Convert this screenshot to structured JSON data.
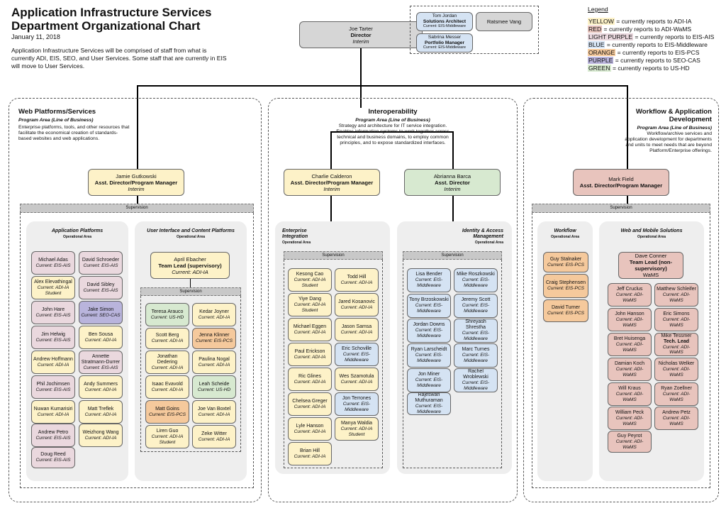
{
  "header": {
    "title": "Application Infrastructure Services Department Organizational Chart",
    "date": "January 11, 2018",
    "intro": "Application Infrastructure Services will be comprised of staff from what is currently ADI, EIS, SEO, and User Services. Some staff that are currently in EIS will move to User Services."
  },
  "legend": {
    "title": "Legend",
    "items": [
      {
        "key": "YELLOW",
        "text": " = currently reports to ADI-IA",
        "color": "#fdf2c8"
      },
      {
        "key": "RED",
        "text": " = currently reports to ADI-WaMS",
        "color": "#e8c4bd"
      },
      {
        "key": "LIGHT PURPLE",
        "text": " = currently reports to EIS-AIS",
        "color": "#ead8de"
      },
      {
        "key": "BLUE",
        "text": " = currently reports to EIS-Middleware",
        "color": "#d5e3f3"
      },
      {
        "key": "ORANGE",
        "text": " = currently reports to EIS-PCS",
        "color": "#f5c99c"
      },
      {
        "key": "PURPLE",
        "text": " = currently reports to SEO-CAS",
        "color": "#b9b4dc"
      },
      {
        "key": "GREEN",
        "text": " = currently reports to US-HD",
        "color": "#d7e9d0"
      }
    ]
  },
  "director": {
    "name": "Joe Tarter",
    "title": "Director",
    "status": "Interim"
  },
  "staff": {
    "tom": {
      "name": "Tom Jordan",
      "title": "Solutions Architect",
      "current": "Current: EIS-Middleware"
    },
    "ratsmee": {
      "name": "Ratsmee Vang"
    },
    "sabrina": {
      "name": "Sabrina Messer",
      "title": "Portfolio Manager",
      "current": "Current: EIS-Middleware"
    }
  },
  "common": {
    "supervision": "Supervision",
    "operational_area": "Operational Area"
  },
  "web": {
    "name": "Web Platforms/Services",
    "area": "Program Area (Line of Business)",
    "desc": "Enterprise platforms, tools, and other resources that facilitate the economical creation of standards- based websites and web applications.",
    "lead": {
      "name": "Jamie Gutkowski",
      "title": "Asst. Director/Program Manager",
      "status": "Interim"
    },
    "app_platforms": "Application Platforms",
    "ui_platforms": "User Interface and Content Platforms",
    "april": {
      "name": "April Ebacher",
      "title": "Team Lead (supervisory)",
      "current": "Current: ADI-IA"
    }
  },
  "interop": {
    "name": "Interoperability",
    "area": "Program Area (Line of Business)",
    "desc": "Strategy and architecture for IT service integration. Enables information systems to work together across technical and business domains, to employ common principles, and to expose standardized interfaces.",
    "charlie": {
      "name": "Charlie Calderon",
      "title": "Asst. Director/Program Manager",
      "status": "Interim"
    },
    "abrianna": {
      "name": "Abrianna Barca",
      "title": "Asst. Director",
      "status": "Interim"
    },
    "eia": "Enterprise Integration",
    "iam": "Identity & Access Management"
  },
  "workflow": {
    "name": "Workflow & Application Development",
    "area": "Program Area (Line of Business)",
    "desc": "Workflow/archive services and application development for departments and units to meet needs that are beyond Platform/Enterprise offerings.",
    "lead": {
      "name": "Mark Field",
      "title": "Asst. Director/Program Manager"
    },
    "wf": "Workflow",
    "wms": "Web and Mobile Solutions",
    "dave": {
      "name": "Dave Conner",
      "title": "Team Lead (non-supervisory)",
      "current": "WaMS"
    }
  },
  "people": [
    {
      "name": "Michael Adas",
      "current": "Current: EIS-AIS"
    },
    {
      "name": "David Schroeder",
      "current": "Current: EIS-AIS"
    },
    {
      "name": "Alex Elevathingal",
      "current": "Current: ADI-IA",
      "extra": "Student"
    },
    {
      "name": "David Sibley",
      "current": "Current: EIS-AIS"
    },
    {
      "name": "John Hare",
      "current": "Current: EIS-AIS"
    },
    {
      "name": "Jake Simon",
      "current": "Current: SEO-CAS"
    },
    {
      "name": "Jim Helwig",
      "current": "Current: EIS-AIS"
    },
    {
      "name": "Ben Sousa",
      "current": "Current: ADI-IA"
    },
    {
      "name": "Andrew Hoffmann",
      "current": "Current: ADI-IA"
    },
    {
      "name": "Annette Stratmann-Durrer",
      "current": "Current: EIS-AIS"
    },
    {
      "name": "Phil Jochimsen",
      "current": "Current: EIS-AIS"
    },
    {
      "name": "Andy Summers",
      "current": "Current: ADI-IA"
    },
    {
      "name": "Nuwan Kumarisiri",
      "current": "Current: ADI-IA"
    },
    {
      "name": "Matt Treflek",
      "current": "Current: ADI-IA"
    },
    {
      "name": "Andrew Petro",
      "current": "Current: EIS-AIS"
    },
    {
      "name": "Weizhong Wang",
      "current": "Current: ADI-IA"
    },
    {
      "name": "Doug Reed",
      "current": "Current: EIS-AIS"
    },
    {
      "name": "Teresa Arauco",
      "current": "Current: US-HD"
    },
    {
      "name": "Kedar Joyner",
      "current": "Current: ADI-IA"
    },
    {
      "name": "Scott Berg",
      "current": "Current: ADI-IA"
    },
    {
      "name": "Jenna Klinner",
      "current": "Current: EIS-PCS"
    },
    {
      "name": "Jonathan Dedering",
      "current": "Current: ADI-IA"
    },
    {
      "name": "Paulina Nogal",
      "current": "Current: ADI-IA"
    },
    {
      "name": "Isaac Evavold",
      "current": "Current: ADI-IA"
    },
    {
      "name": "Leah Scheide",
      "current": "Current: US-HD"
    },
    {
      "name": "Matt Goins",
      "current": "Current: EIS-PCS"
    },
    {
      "name": "Joe Van Boxtel",
      "current": "Current: ADI-IA"
    },
    {
      "name": "Liren Guo",
      "current": "Current: ADI-IA",
      "extra": "Student"
    },
    {
      "name": "Zeke Witter",
      "current": "Current: ADI-IA"
    },
    {
      "name": "Kesong Cao",
      "current": "Current: ADI-IA",
      "extra": "Student"
    },
    {
      "name": "Todd Hill",
      "current": "Current: ADI-IA"
    },
    {
      "name": "Yiye Dang",
      "current": "Current: ADI-IA",
      "extra": "Student"
    },
    {
      "name": "Jared Kosanovic",
      "current": "Current: ADI-IA"
    },
    {
      "name": "Michael Eggen",
      "current": "Current: ADI-IA"
    },
    {
      "name": "Jason Samsa",
      "current": "Current: ADI-IA"
    },
    {
      "name": "Paul Erickson",
      "current": "Current: ADI-IA"
    },
    {
      "name": "Eric Schoville",
      "current": "Current: EIS-Middleware"
    },
    {
      "name": "Ric Glines",
      "current": "Current: ADI-IA"
    },
    {
      "name": "Wes Szamotula",
      "current": "Current: ADI-IA"
    },
    {
      "name": "Chelsea Greger",
      "current": "Current: ADI-IA"
    },
    {
      "name": "Jon Terrones",
      "current": "Current: EIS-Middleware"
    },
    {
      "name": "Lyle Hanson",
      "current": "Current: ADI-IA"
    },
    {
      "name": "Manya Waldia",
      "current": "Current: ADI-IA",
      "extra": "Student"
    },
    {
      "name": "Brian Hill",
      "current": "Current: ADI-IA"
    },
    {
      "name": "Lisa Bender",
      "current": "Current: EIS-Middleware"
    },
    {
      "name": "Mike Roszkowski",
      "current": "Current: EIS-Middleware"
    },
    {
      "name": "Tony Brzoskowski",
      "current": "Current: EIS-Middleware"
    },
    {
      "name": "Jeremy Scott",
      "current": "Current: EIS-Middleware"
    },
    {
      "name": "Jordan Downs",
      "current": "Current: EIS-Middleware"
    },
    {
      "name": "Shreyash Shrestha",
      "current": "Current: EIS-Middleware"
    },
    {
      "name": "Ryan Larscheidt",
      "current": "Current: EIS-Middleware"
    },
    {
      "name": "Marc Turnes",
      "current": "Current: EIS-Middleware"
    },
    {
      "name": "Jon Miner",
      "current": "Current: EIS-Middleware"
    },
    {
      "name": "Rachel Wroblewski",
      "current": "Current: EIS-Middleware"
    },
    {
      "name": "Rajeswari Muthuraman",
      "current": "Current: EIS-Middleware"
    },
    {
      "name": "Guy Stalnaker",
      "current": "Current: EIS-PCS"
    },
    {
      "name": "Craig Stephensen",
      "current": "Current: EIS-PCS"
    },
    {
      "name": "David Turner",
      "current": "Current: EIS-PCS"
    },
    {
      "name": "Jeff Cruclus",
      "current": "Current: ADI-WaMS"
    },
    {
      "name": "Matthew Schleifer",
      "current": "Current: ADI-WaMS"
    },
    {
      "name": "John Hanson",
      "current": "Current: ADI-WaMS"
    },
    {
      "name": "Eric Simons",
      "current": "Current: ADI-WaMS"
    },
    {
      "name": "Bret Huisenga",
      "current": "Current: ADI-WaMS"
    },
    {
      "name": "Mike Tessmer",
      "title": "Tech. Lead",
      "current": "Current: ADI-WaMS"
    },
    {
      "name": "Damian Koch",
      "current": "Current: ADI-WaMS"
    },
    {
      "name": "Nicholas Welker",
      "current": "Current: ADI-WaMS"
    },
    {
      "name": "Will Kraus",
      "current": "Current: ADI-WaMS"
    },
    {
      "name": "Ryan Zoellner",
      "current": "Current: ADI-WaMS"
    },
    {
      "name": "William Peck",
      "current": "Current: ADI-WaMS"
    },
    {
      "name": "Andrew Petz",
      "current": "Current: ADI-WaMS"
    },
    {
      "name": "Guy Peyrot",
      "current": "Current: ADI-WaMS"
    }
  ]
}
